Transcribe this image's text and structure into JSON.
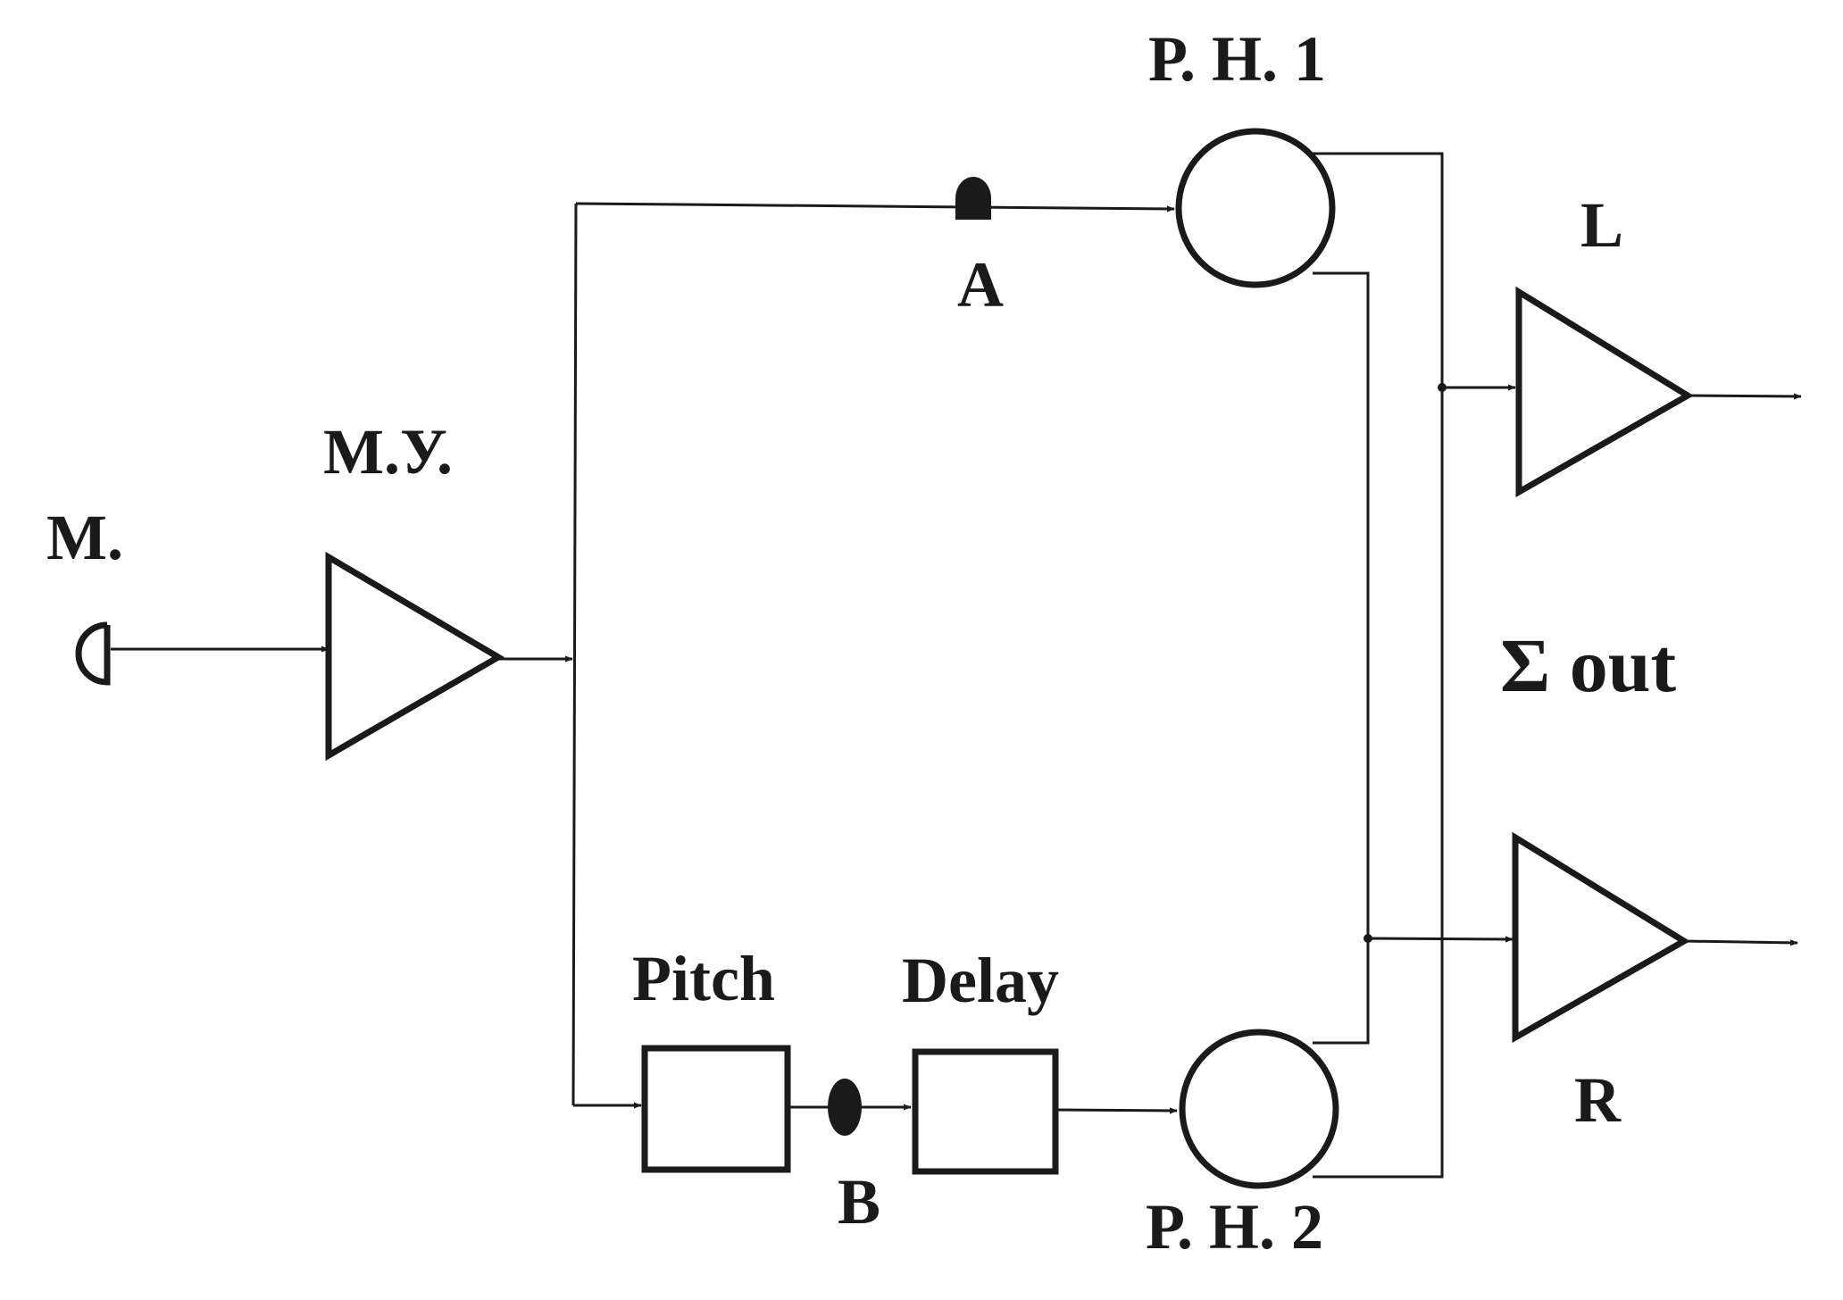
{
  "labels": {
    "mic": "М.",
    "mic_amp": "М.У.",
    "pan_1": "Р. Н. 1",
    "pan_2": "Р. Н. 2",
    "point_a": "A",
    "point_b": "B",
    "pitch": "Pitch",
    "delay": "Delay",
    "left": "L",
    "right": "R",
    "sum_out": "Σ out"
  },
  "colors": {
    "ink": "#1a1a1a",
    "background": "#ffffff"
  }
}
